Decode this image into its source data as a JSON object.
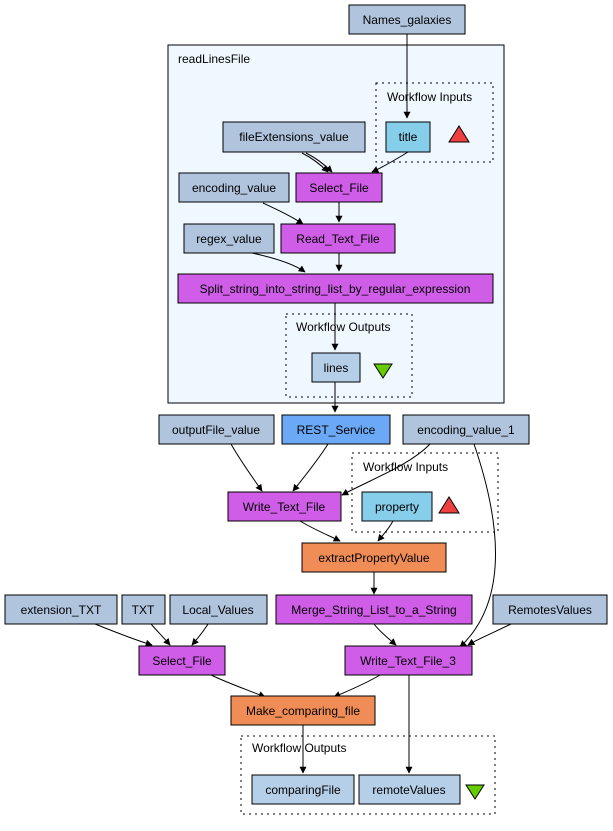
{
  "colors": {
    "input": "#b0c4de",
    "processor": "#cf5de8",
    "beanshell": "#f08c55",
    "rest": "#6ba8f5",
    "port": "#87ceeb",
    "output_port": "#b6cfe8",
    "cluster_fill": "#f0f8ff",
    "triangle_up": "#ee4040",
    "triangle_down": "#66cc00"
  },
  "clusters": {
    "nested": "readLinesFile",
    "inner_inputs": "Workflow Inputs",
    "inner_outputs": "Workflow Outputs",
    "main_inputs": "Workflow Inputs",
    "main_outputs": "Workflow Outputs"
  },
  "nodes": {
    "names_galaxies": "Names_galaxies",
    "file_extensions_value": "fileExtensions_value",
    "title": "title",
    "select_file_inner": "Select_File",
    "encoding_value": "encoding_value",
    "read_text_file": "Read_Text_File",
    "regex_value": "regex_value",
    "split_string": "Split_string_into_string_list_by_regular_expression",
    "lines": "lines",
    "output_file_value": "outputFile_value",
    "rest_service": "REST_Service",
    "encoding_value_1": "encoding_value_1",
    "write_text_file": "Write_Text_File",
    "property": "property",
    "extract_property_value": "extractPropertyValue",
    "extension_txt": "extension_TXT",
    "txt": "TXT",
    "local_values": "Local_Values",
    "merge_string_list": "Merge_String_List_to_a_String",
    "remotes_values": "RemotesValues",
    "select_file": "Select_File",
    "write_text_file_3": "Write_Text_File_3",
    "make_comparing_file": "Make_comparing_file",
    "comparing_file": "comparingFile",
    "remote_values": "remoteValues"
  }
}
